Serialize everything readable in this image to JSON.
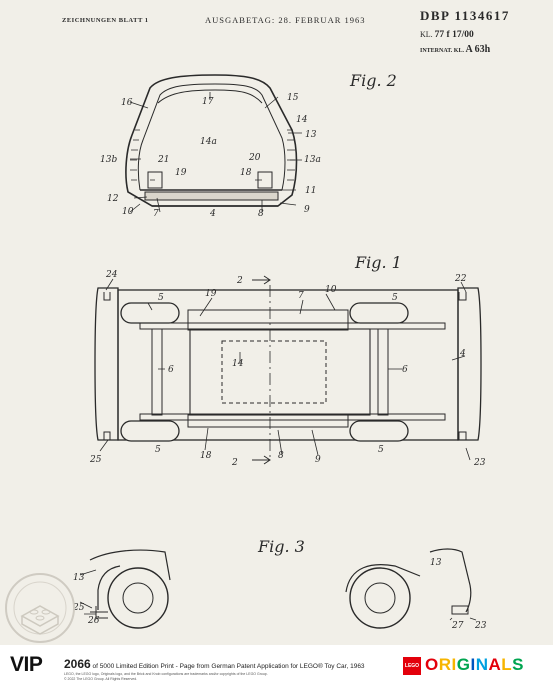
{
  "header": {
    "left": "ZEICHNUNGEN BLATT 1",
    "middle": "AUSGABETAG: 28. FEBRUAR 1963",
    "dbp": "DBP 1134617",
    "kl_label": "KL.",
    "kl_value": "77 f 17/00",
    "internat_label": "INTERNAT. KL.",
    "internat_value": "A 63h"
  },
  "figures": {
    "fig2": "Fig. 2",
    "fig1": "Fig. 1",
    "fig3": "Fig. 3"
  },
  "fig2_labels": {
    "17": "17",
    "16": "16",
    "15": "15",
    "14": "14",
    "13": "13",
    "14a": "14a",
    "13b": "13b",
    "13a": "13a",
    "21": "21",
    "19": "19",
    "20": "20",
    "18": "18",
    "12": "12",
    "11": "11",
    "10": "10",
    "7": "7",
    "4": "4",
    "8": "8",
    "9": "9"
  },
  "fig1_labels": {
    "24": "24",
    "2a": "2",
    "22": "22",
    "5a": "5",
    "19": "19",
    "7": "7",
    "10": "10",
    "5b": "5",
    "6a": "6",
    "14": "14",
    "6b": "6",
    "4": "4",
    "5c": "5",
    "18": "18",
    "2b": "2",
    "8": "8",
    "9": "9",
    "5d": "5",
    "25": "25",
    "23": "23"
  },
  "fig3_labels": {
    "13": "13",
    "25": "25",
    "26": "26",
    "27": "27",
    "23": "23"
  },
  "footer": {
    "vip": "VIP",
    "edition_number": "2066",
    "edition_text": "of 5000 Limited Edition Print - Page from German Patent Application for LEGO® Toy Car, 1963",
    "legal_1": "LEGO, the LEGO logo, Originals logo, and the Brick and Knob configurations are trademarks and/or copyrights of the LEGO Group.",
    "legal_2": "© 2022 The LEGO Group. All Rights Reserved.",
    "lego_logo": "LEGO",
    "originals": "ORIGINALS"
  },
  "colors": {
    "paper": "#f1efe8",
    "ink": "#2a2a2a",
    "lego_red": "#e3000b",
    "originals_letters": [
      "#e3000b",
      "#f7b500",
      "#f7b500",
      "#00a550",
      "#0055bf",
      "#00a0e0",
      "#e3000b",
      "#f7b500",
      "#00a550"
    ]
  },
  "stamp_icon": "lego-brick-seal-icon"
}
